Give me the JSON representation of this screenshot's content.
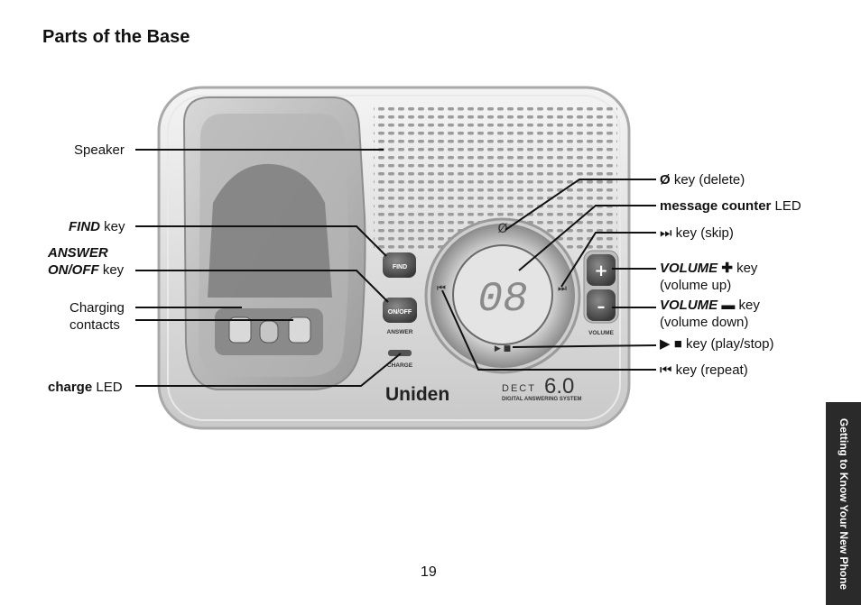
{
  "page": {
    "title": "Parts of the Base",
    "number": "19",
    "side_tab": "Getting to Know Your New Phone"
  },
  "device": {
    "brand": "Uniden",
    "model_dect": "DECT",
    "model_num": "6.0",
    "model_sub": "DIGITAL ANSWERING SYSTEM",
    "btn_find": "FIND",
    "btn_onoff": "ON/OFF",
    "label_answer": "ANSWER",
    "label_charge": "CHARGE",
    "label_volume": "VOLUME",
    "counter_display": "08",
    "vol_plus": "+",
    "vol_minus": "–"
  },
  "callouts": {
    "speaker": "Speaker",
    "find_bold": "FIND",
    "find_rest": " key",
    "answer_line1": "ANSWER",
    "answer_bold": "ON/OFF",
    "answer_rest": " key",
    "charging_line1": "Charging",
    "charging_line2": "contacts",
    "charge_bold": "charge",
    "charge_rest": " LED",
    "delete_sym": "Ø",
    "delete_rest": " key (delete)",
    "counter_bold": "message counter",
    "counter_rest": " LED",
    "skip_sym": "⏭",
    "skip_rest": " key (skip)",
    "volup_bold": "VOLUME",
    "volup_sym": "✚",
    "volup_rest": " key",
    "volup_line2": "(volume up)",
    "voldn_bold": "VOLUME",
    "voldn_sym": "▬",
    "voldn_rest": " key",
    "voldn_line2": "(volume down)",
    "play_sym": "▶ ■",
    "play_rest": "key (play/stop)",
    "repeat_sym": "⏮",
    "repeat_rest": " key (repeat)"
  }
}
